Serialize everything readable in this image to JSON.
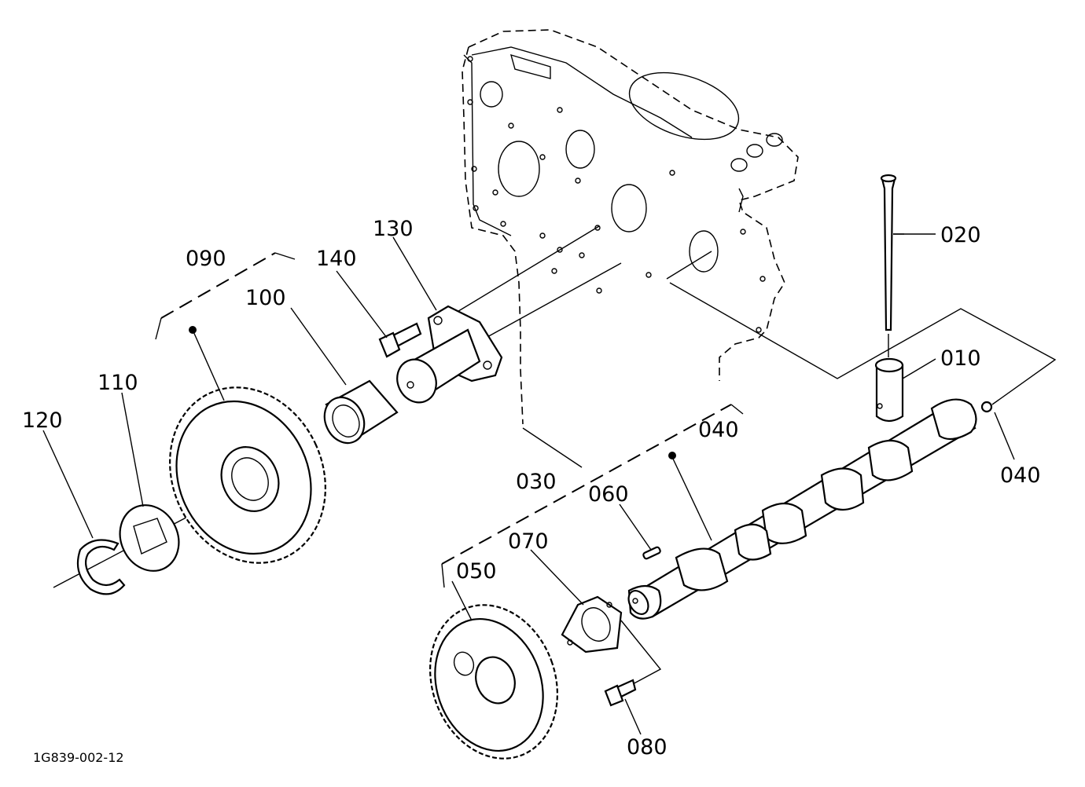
{
  "diagram": {
    "code": "1G839-002-12",
    "labels": {
      "p010": "010",
      "p020": "020",
      "p030": "030",
      "p040a": "040",
      "p040b": "040",
      "p050": "050",
      "p060": "060",
      "p070": "070",
      "p080": "080",
      "p090": "090",
      "p100": "100",
      "p110": "110",
      "p120": "120",
      "p130": "130",
      "p140": "140"
    }
  }
}
